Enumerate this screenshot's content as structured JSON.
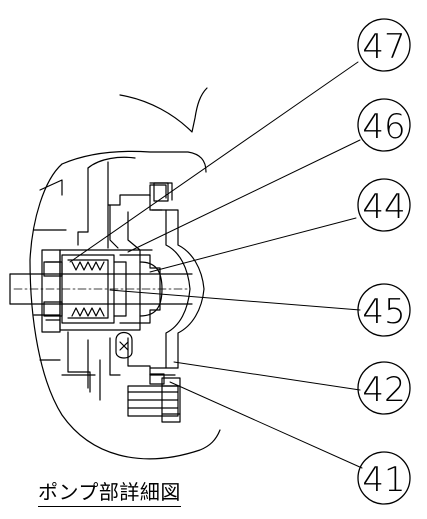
{
  "caption": "ポンプ部詳細図",
  "callouts": [
    {
      "id": "47",
      "label": "47"
    },
    {
      "id": "46",
      "label": "46"
    },
    {
      "id": "44",
      "label": "44"
    },
    {
      "id": "45",
      "label": "45"
    },
    {
      "id": "42",
      "label": "42"
    },
    {
      "id": "41",
      "label": "41"
    }
  ]
}
